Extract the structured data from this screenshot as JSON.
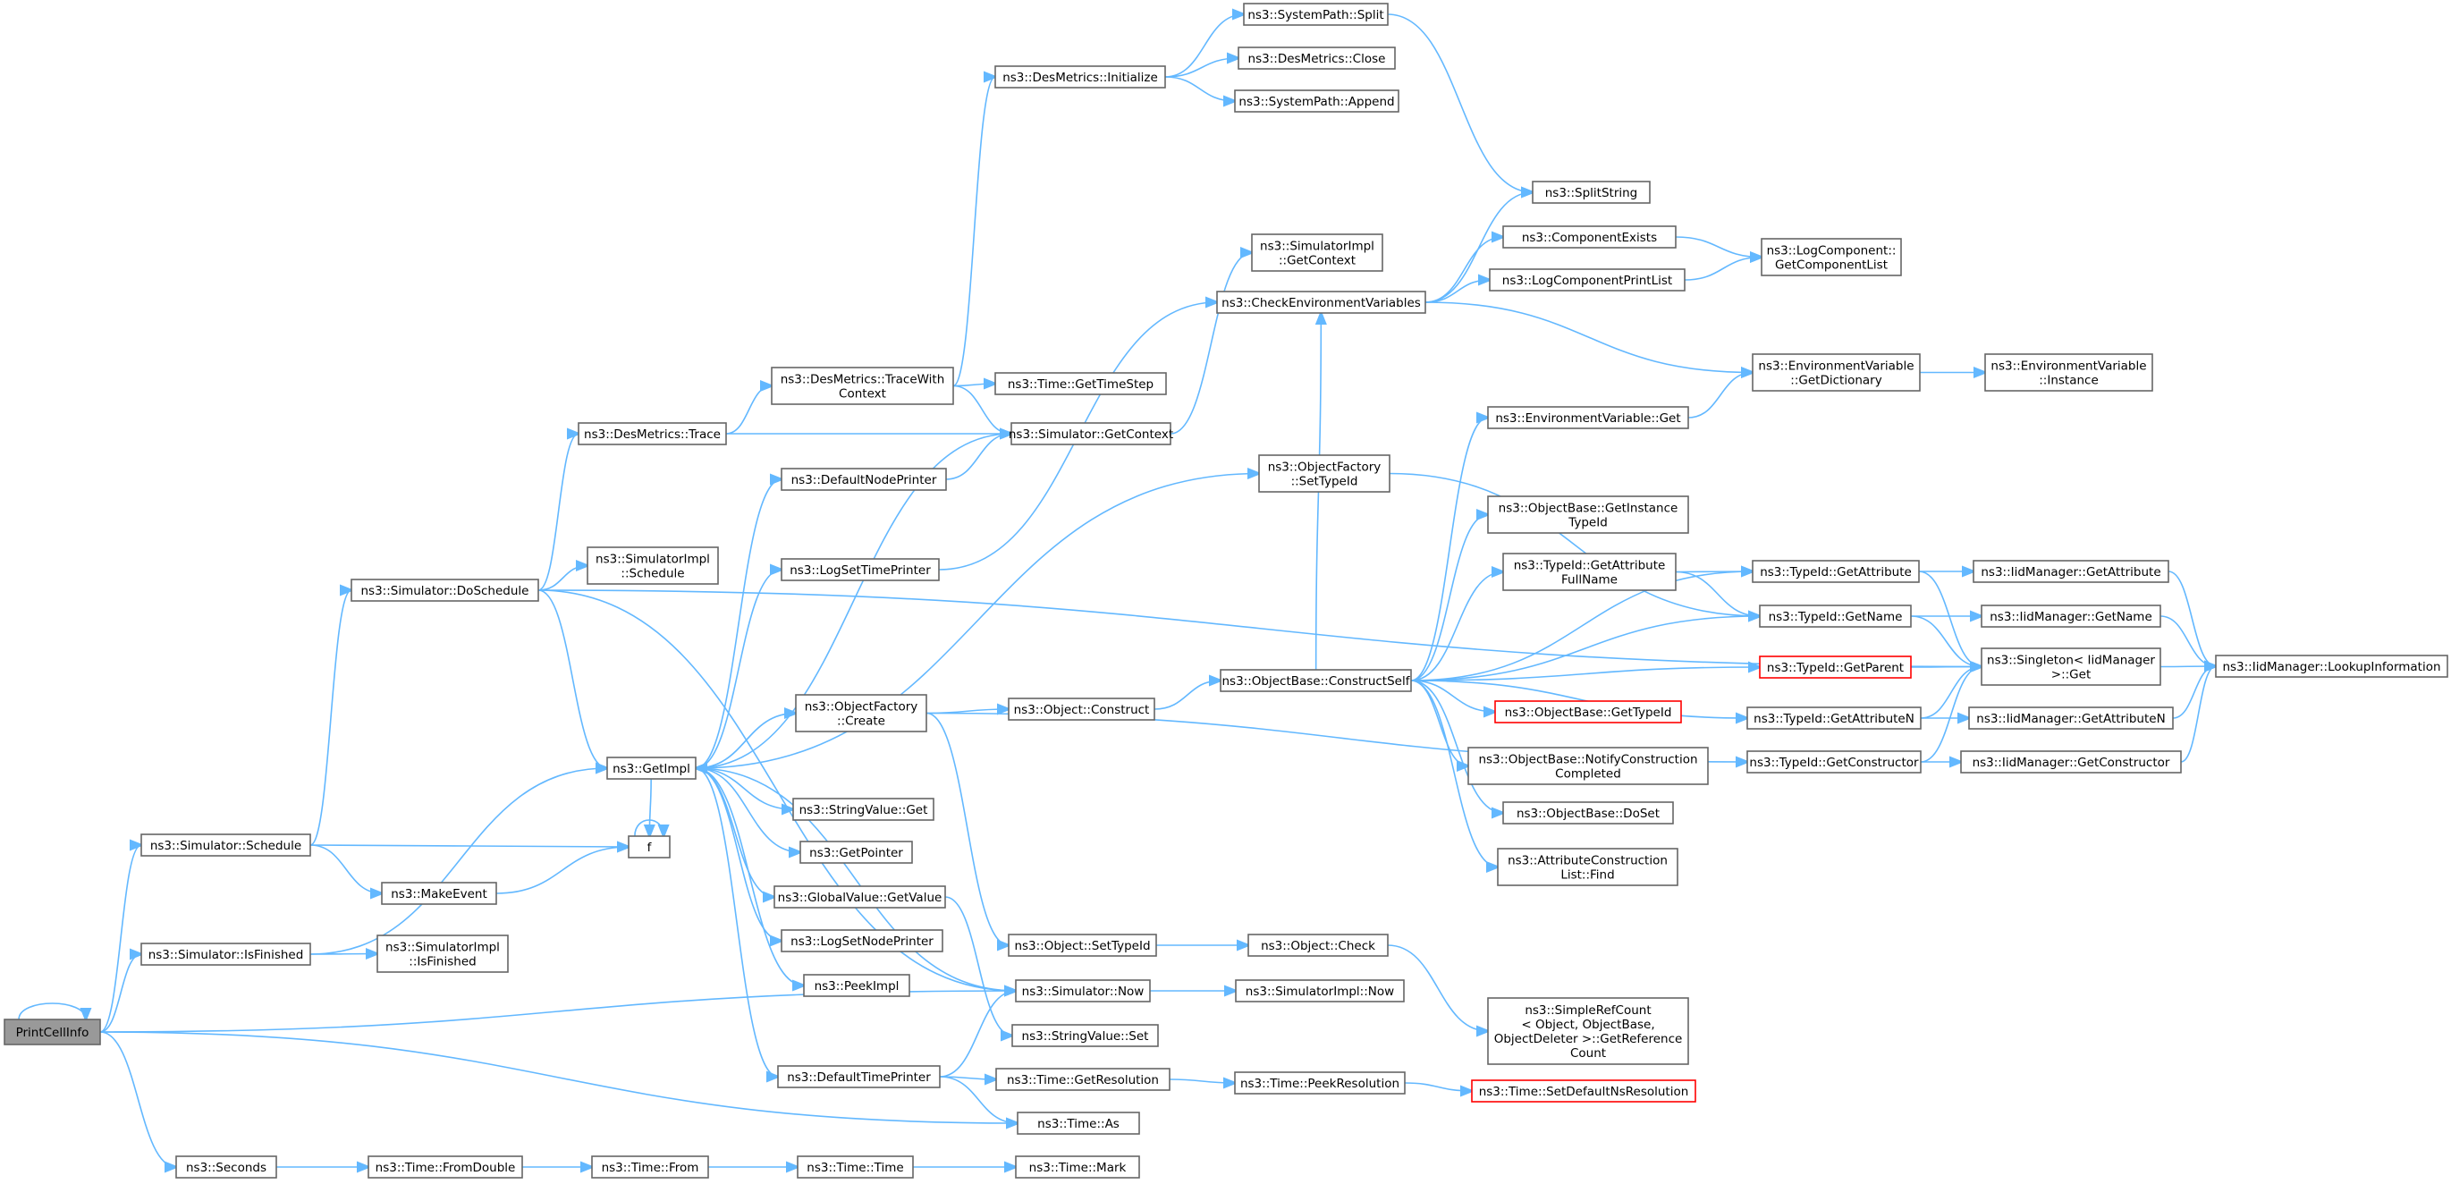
{
  "colors": {
    "edge": "#63b8ff",
    "node_border": "#666666",
    "node_fill": "#ffffff",
    "root_fill": "#999999",
    "truncated_border": "#ff0000"
  },
  "nodes": {
    "PrintCellInfo": [
      "PrintCellInfo"
    ],
    "Schedule": [
      "ns3::Simulator::Schedule"
    ],
    "IsFinished": [
      "ns3::Simulator::IsFinished"
    ],
    "Seconds": [
      "ns3::Seconds"
    ],
    "DoSchedule": [
      "ns3::Simulator::DoSchedule"
    ],
    "MakeEvent": [
      "ns3::MakeEvent"
    ],
    "SimImplIsFinished": [
      "ns3::SimulatorImpl",
      "::IsFinished"
    ],
    "GetImpl": [
      "ns3::GetImpl"
    ],
    "f": [
      "f"
    ],
    "DesTrace": [
      "ns3::DesMetrics::Trace"
    ],
    "SimImplSchedule": [
      "ns3::SimulatorImpl",
      "::Schedule"
    ],
    "DefaultNodePrinter": [
      "ns3::DefaultNodePrinter"
    ],
    "LogSetTimePrinter": [
      "ns3::LogSetTimePrinter"
    ],
    "ObjectFactoryCreate": [
      "ns3::ObjectFactory",
      "::Create"
    ],
    "StringValueGet": [
      "ns3::StringValue::Get"
    ],
    "GetPointer": [
      "ns3::GetPointer"
    ],
    "GlobalValueGetValue": [
      "ns3::GlobalValue::GetValue"
    ],
    "LogSetNodePrinter": [
      "ns3::LogSetNodePrinter"
    ],
    "PeekImpl": [
      "ns3::PeekImpl"
    ],
    "DefaultTimePrinter": [
      "ns3::DefaultTimePrinter"
    ],
    "TimeFromDouble": [
      "ns3::Time::FromDouble"
    ],
    "DesTraceWithContext": [
      "ns3::DesMetrics::TraceWith",
      "Context"
    ],
    "DesInitialize": [
      "ns3::DesMetrics::Initialize"
    ],
    "TimeGetTimeStep": [
      "ns3::Time::GetTimeStep"
    ],
    "SimGetContext": [
      "ns3::Simulator::GetContext"
    ],
    "ObjectConstruct": [
      "ns3::Object::Construct"
    ],
    "ObjectSetTypeId": [
      "ns3::Object::SetTypeId"
    ],
    "SimNow": [
      "ns3::Simulator::Now"
    ],
    "StringValueSet": [
      "ns3::StringValue::Set"
    ],
    "TimeGetResolution": [
      "ns3::Time::GetResolution"
    ],
    "TimeAs": [
      "ns3::Time::As"
    ],
    "TimeFrom": [
      "ns3::Time::From"
    ],
    "TimeTime": [
      "ns3::Time::Time"
    ],
    "TimeMark": [
      "ns3::Time::Mark"
    ],
    "SysPathSplit": [
      "ns3::SystemPath::Split"
    ],
    "DesClose": [
      "ns3::DesMetrics::Close"
    ],
    "SysPathAppend": [
      "ns3::SystemPath::Append"
    ],
    "SimImplGetContext": [
      "ns3::SimulatorImpl",
      "::GetContext"
    ],
    "CheckEnvVars": [
      "ns3::CheckEnvironmentVariables"
    ],
    "ObjectFactorySetTypeId": [
      "ns3::ObjectFactory",
      "::SetTypeId"
    ],
    "ConstructSelf": [
      "ns3::ObjectBase::ConstructSelf"
    ],
    "ObjectCheck": [
      "ns3::Object::Check"
    ],
    "SimImplNow": [
      "ns3::SimulatorImpl::Now"
    ],
    "TimePeekResolution": [
      "ns3::Time::PeekResolution"
    ],
    "SplitString": [
      "ns3::SplitString"
    ],
    "ComponentExists": [
      "ns3::ComponentExists"
    ],
    "LogComponentPrintList": [
      "ns3::LogComponentPrintList"
    ],
    "EnvVarGet": [
      "ns3::EnvironmentVariable::Get"
    ],
    "GetInstanceTypeId": [
      "ns3::ObjectBase::GetInstance",
      "TypeId"
    ],
    "TypeIdGetAttributeFullName": [
      "ns3::TypeId::GetAttribute",
      "FullName"
    ],
    "ObjectBaseGetTypeId": [
      "ns3::ObjectBase::GetTypeId"
    ],
    "NotifyConstructionCompleted": [
      "ns3::ObjectBase::NotifyConstruction",
      "Completed"
    ],
    "ObjectBaseDoSet": [
      "ns3::ObjectBase::DoSet"
    ],
    "AttrConstructionListFind": [
      "ns3::AttributeConstruction",
      "List::Find"
    ],
    "SimpleRefCountGetRef": [
      "ns3::SimpleRefCount",
      "< Object, ObjectBase,",
      "ObjectDeleter >::GetReference",
      "Count"
    ],
    "SetDefaultNsResolution": [
      "ns3::Time::SetDefaultNsResolution"
    ],
    "LogComponentGetList": [
      "ns3::LogComponent::",
      "GetComponentList"
    ],
    "EnvVarGetDictionary": [
      "ns3::EnvironmentVariable",
      "::GetDictionary"
    ],
    "TypeIdGetAttribute": [
      "ns3::TypeId::GetAttribute"
    ],
    "TypeIdGetName": [
      "ns3::TypeId::GetName"
    ],
    "TypeIdGetParent": [
      "ns3::TypeId::GetParent"
    ],
    "TypeIdGetAttributeN": [
      "ns3::TypeId::GetAttributeN"
    ],
    "TypeIdGetConstructor": [
      "ns3::TypeId::GetConstructor"
    ],
    "EnvVarInstance": [
      "ns3::EnvironmentVariable",
      "::Instance"
    ],
    "IidGetAttribute": [
      "ns3::IidManager::GetAttribute"
    ],
    "IidGetName": [
      "ns3::IidManager::GetName"
    ],
    "SingletonGet": [
      "ns3::Singleton< IidManager",
      ">::Get"
    ],
    "IidGetAttributeN": [
      "ns3::IidManager::GetAttributeN"
    ],
    "IidGetConstructor": [
      "ns3::IidManager::GetConstructor"
    ],
    "IidLookupInformation": [
      "ns3::IidManager::LookupInformation"
    ]
  }
}
